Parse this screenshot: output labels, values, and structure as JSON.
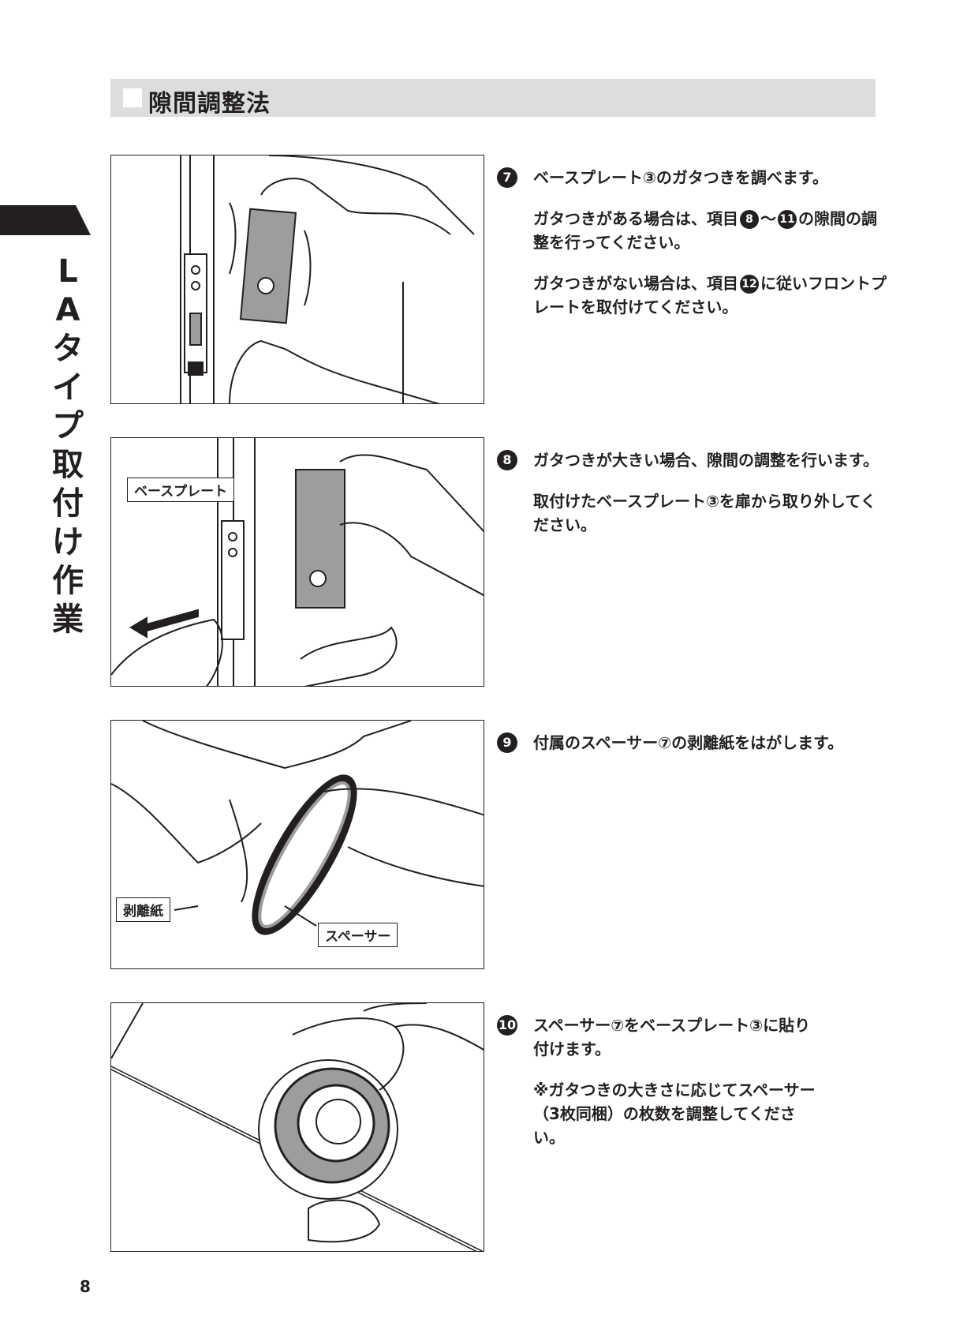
{
  "header": {
    "title": "隙間調整法"
  },
  "side": {
    "title_chars": [
      "L",
      "A",
      "タ",
      "イ",
      "プ",
      "取",
      "付",
      "け",
      "作",
      "業"
    ]
  },
  "steps": [
    {
      "num": "7",
      "lines": [
        "ベースプレート③のガタつきを調べます。",
        "ガタつきがある場合は、項目",
        "の隙間の調整を行ってください。",
        "ガタつきがない場合は、項目",
        "に従いフロントプレートを取付けてください。"
      ],
      "refs": [
        "8",
        "〜",
        "11",
        "12"
      ]
    },
    {
      "num": "8",
      "lines": [
        "ガタつきが大きい場合、隙間の調整を行います。",
        "取付けたベースプレート③を扉から取り外してください。"
      ]
    },
    {
      "num": "9",
      "lines": [
        "付属のスペーサー⑦の剥離紙をはがします。"
      ]
    },
    {
      "num": "10",
      "lines": [
        "スペーサー⑦をベースプレート③に貼り付けます。",
        "※ガタつきの大きさに応じてスペーサー（3枚同梱）の枚数を調整してください。"
      ]
    }
  ],
  "callouts": {
    "base_plate": "ベースプレート",
    "release_paper": "剥離紙",
    "spacer": "スペーサー"
  },
  "page_number": "8"
}
